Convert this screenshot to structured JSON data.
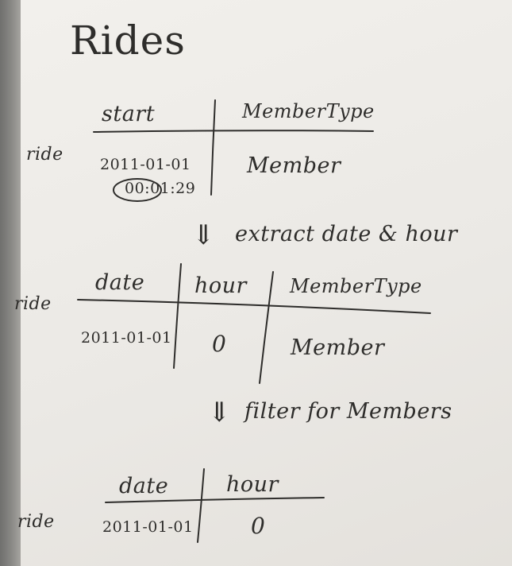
{
  "title": "Rides",
  "tables": [
    {
      "row_label": "ride",
      "columns": [
        "start",
        "MemberType"
      ],
      "row": {
        "start_date": "2011-01-01",
        "start_time": "00:01:29",
        "member_type": "Member"
      }
    },
    {
      "row_label": "ride",
      "columns": [
        "date",
        "hour",
        "MemberType"
      ],
      "row": {
        "date": "2011-01-01",
        "hour": "0",
        "member_type": "Member"
      }
    },
    {
      "row_label": "ride",
      "columns": [
        "date",
        "hour"
      ],
      "row": {
        "date": "2011-01-01",
        "hour": "0"
      }
    }
  ],
  "steps": [
    {
      "arrow": "⇓",
      "label": "extract date & hour"
    },
    {
      "arrow": "⇓",
      "label": "filter for Members"
    }
  ]
}
